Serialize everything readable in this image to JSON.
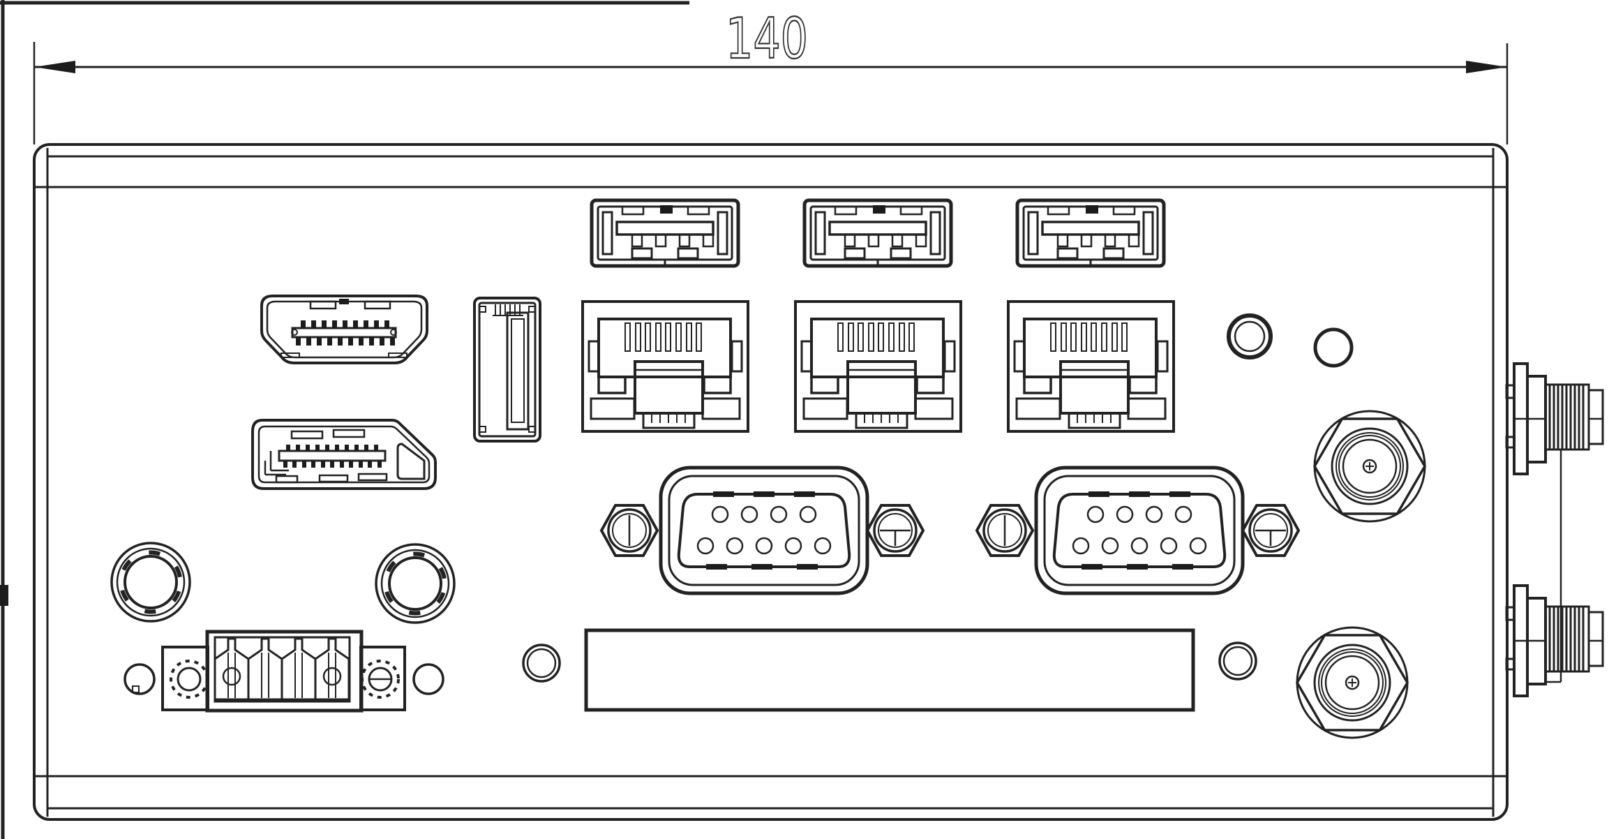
{
  "dimension": {
    "label": "140"
  },
  "colors": {
    "line": "#222222",
    "dark_fill": "#1c1c1c",
    "background": "#ffffff"
  },
  "panel": {
    "connectors": [
      {
        "name": "hdmi-port",
        "count": 1
      },
      {
        "name": "displayport-port",
        "count": 1
      },
      {
        "name": "vertical-usb-port",
        "count": 1
      },
      {
        "name": "usb-a-port",
        "count": 3
      },
      {
        "name": "rj45-lan-port",
        "count": 3
      },
      {
        "name": "db9-serial-port",
        "count": 2
      },
      {
        "name": "sma-antenna-front",
        "count": 2
      },
      {
        "name": "sma-antenna-side",
        "count": 2
      },
      {
        "name": "round-connector",
        "count": 2
      },
      {
        "name": "terminal-block-4pos",
        "count": 1
      },
      {
        "name": "expansion-slot",
        "count": 1
      },
      {
        "name": "indicator-hole",
        "count": 2
      }
    ]
  }
}
